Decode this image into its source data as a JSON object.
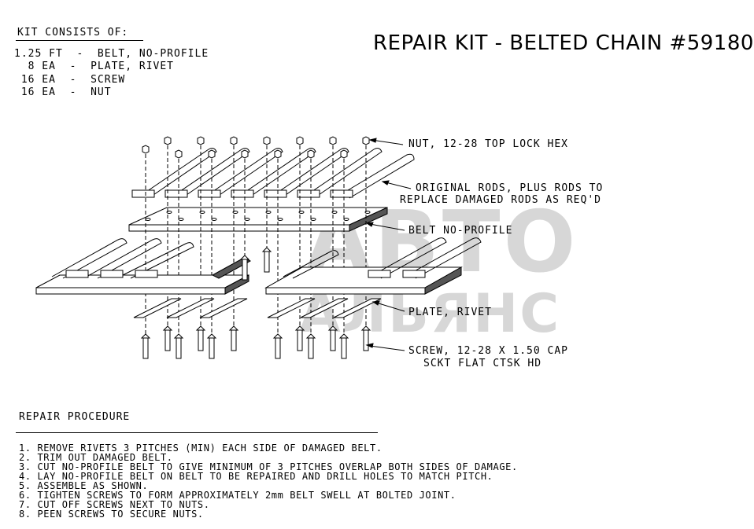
{
  "title": "REPAIR KIT - BELTED CHAIN #59180",
  "kit": {
    "heading": "KIT CONSISTS OF:",
    "items": [
      "1.25 FT  -  BELT, NO-PROFILE",
      "  8 EA  -  PLATE, RIVET",
      " 16 EA  -  SCREW",
      " 16 EA  -  NUT"
    ]
  },
  "callouts": {
    "nut": "NUT, 12-28 TOP LOCK HEX",
    "rods_line1": "ORIGINAL RODS, PLUS RODS TO",
    "rods_line2": "REPLACE DAMAGED RODS AS REQ'D",
    "belt": "BELT NO-PROFILE",
    "plate": "PLATE, RIVET",
    "screw_line1": "SCREW, 12-28 X 1.50 CAP",
    "screw_line2": "SCKT FLAT CTSK HD"
  },
  "procedure": {
    "heading": "REPAIR PROCEDURE",
    "steps": [
      "1. REMOVE RIVETS 3 PITCHES (MIN) EACH SIDE OF DAMAGED BELT.",
      "2. TRIM OUT DAMAGED BELT.",
      "3. CUT NO-PROFILE BELT TO GIVE MINIMUM OF 3 PITCHES OVERLAP BOTH SIDES OF DAMAGE.",
      "4. LAY NO-PROFILE BELT ON BELT TO BE REPAIRED AND DRILL HOLES TO MATCH PITCH.",
      "5. ASSEMBLE AS SHOWN.",
      "6. TIGHTEN SCREWS TO FORM APPROXIMATELY 2mm BELT SWELL AT BOLTED JOINT.",
      "7. CUT OFF SCREWS NEXT TO NUTS.",
      "8. PEEN SCREWS TO SECURE NUTS."
    ]
  },
  "watermark": {
    "line1": "АВТО",
    "line2": "АЛЬЯНС"
  }
}
